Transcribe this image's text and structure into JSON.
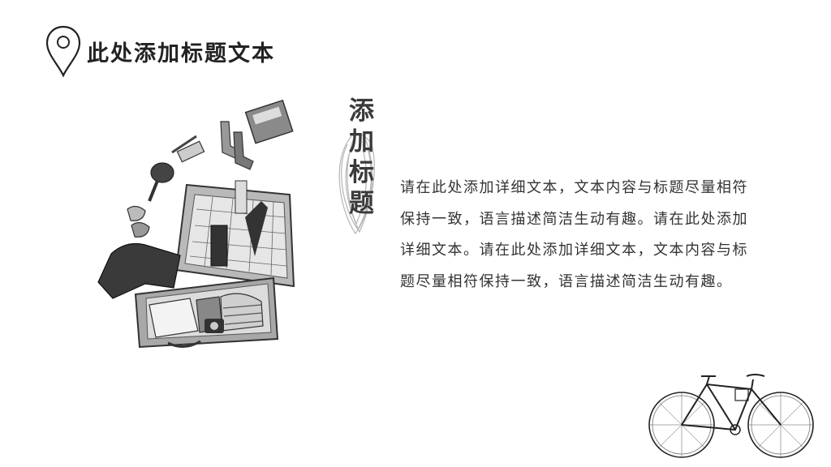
{
  "header": {
    "title": "此处添加标题文本"
  },
  "side_title": {
    "chars": [
      "添",
      "加",
      "标",
      "题"
    ]
  },
  "body": {
    "paragraph": "请在此处添加详细文本，文本内容与标题尽量相符保持一致，语言描述简洁生动有趣。请在此处添加详细文本。请在此处添加详细文本，文本内容与标题尽量相符保持一致，语言描述简洁生动有趣。"
  },
  "icons": {
    "header_icon": "location-pin-icon",
    "illustration": "suitcase-illustration",
    "bike": "bicycle-illustration"
  },
  "colors": {
    "text": "#333333",
    "background": "#ffffff",
    "scribble": "#b5b5b5"
  }
}
